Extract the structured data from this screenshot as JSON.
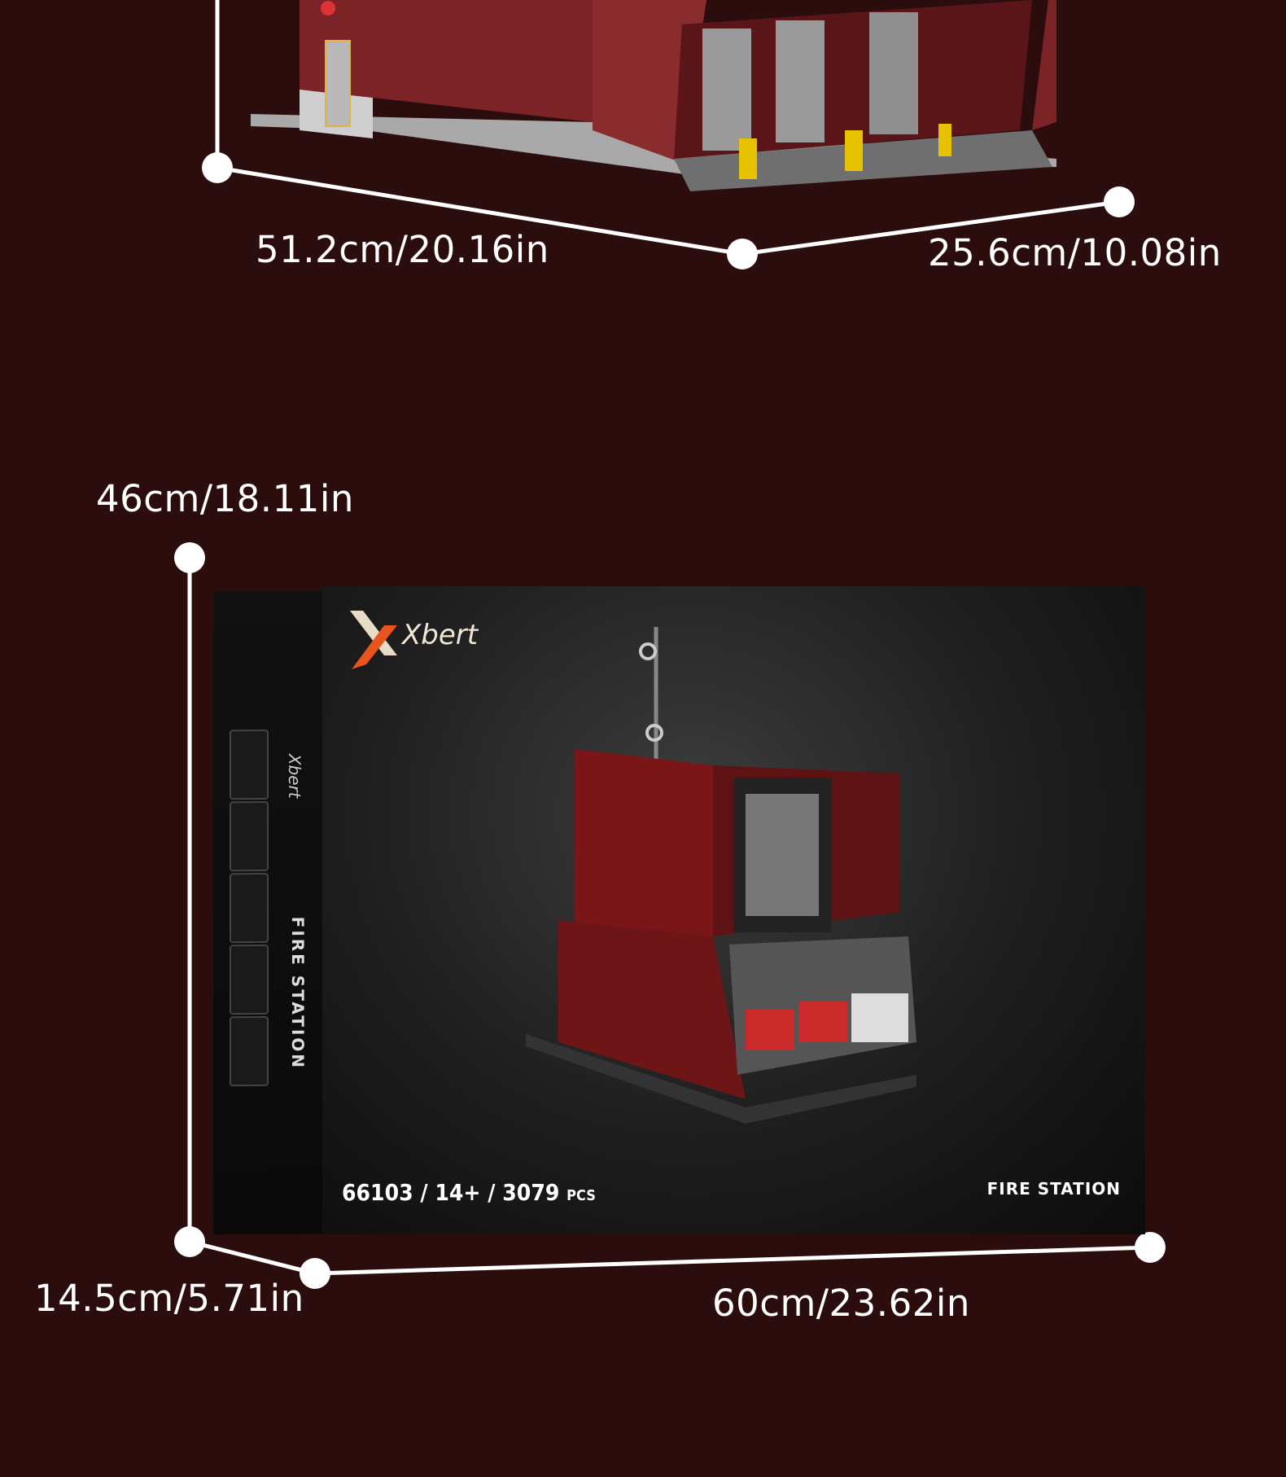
{
  "top_dimensions": {
    "length": "51.2cm/20.16in",
    "width": "25.6cm/10.08in"
  },
  "box_dimensions": {
    "height": "46cm/18.11in",
    "depth": "14.5cm/5.71in",
    "length": "60cm/23.62in"
  },
  "box": {
    "brand": "Xbert",
    "spine_title": "FIRE STATION",
    "spine_brand": "Xbert",
    "model_number": "66103",
    "age": "14+",
    "pieces": "3079",
    "pieces_unit": "PCS",
    "front_title": "FIRE STATION"
  },
  "colors": {
    "background": "#2b0d0e",
    "building_red": "#7a1d1f",
    "brand_orange": "#e8531e",
    "dimension_line": "#ffffff"
  }
}
